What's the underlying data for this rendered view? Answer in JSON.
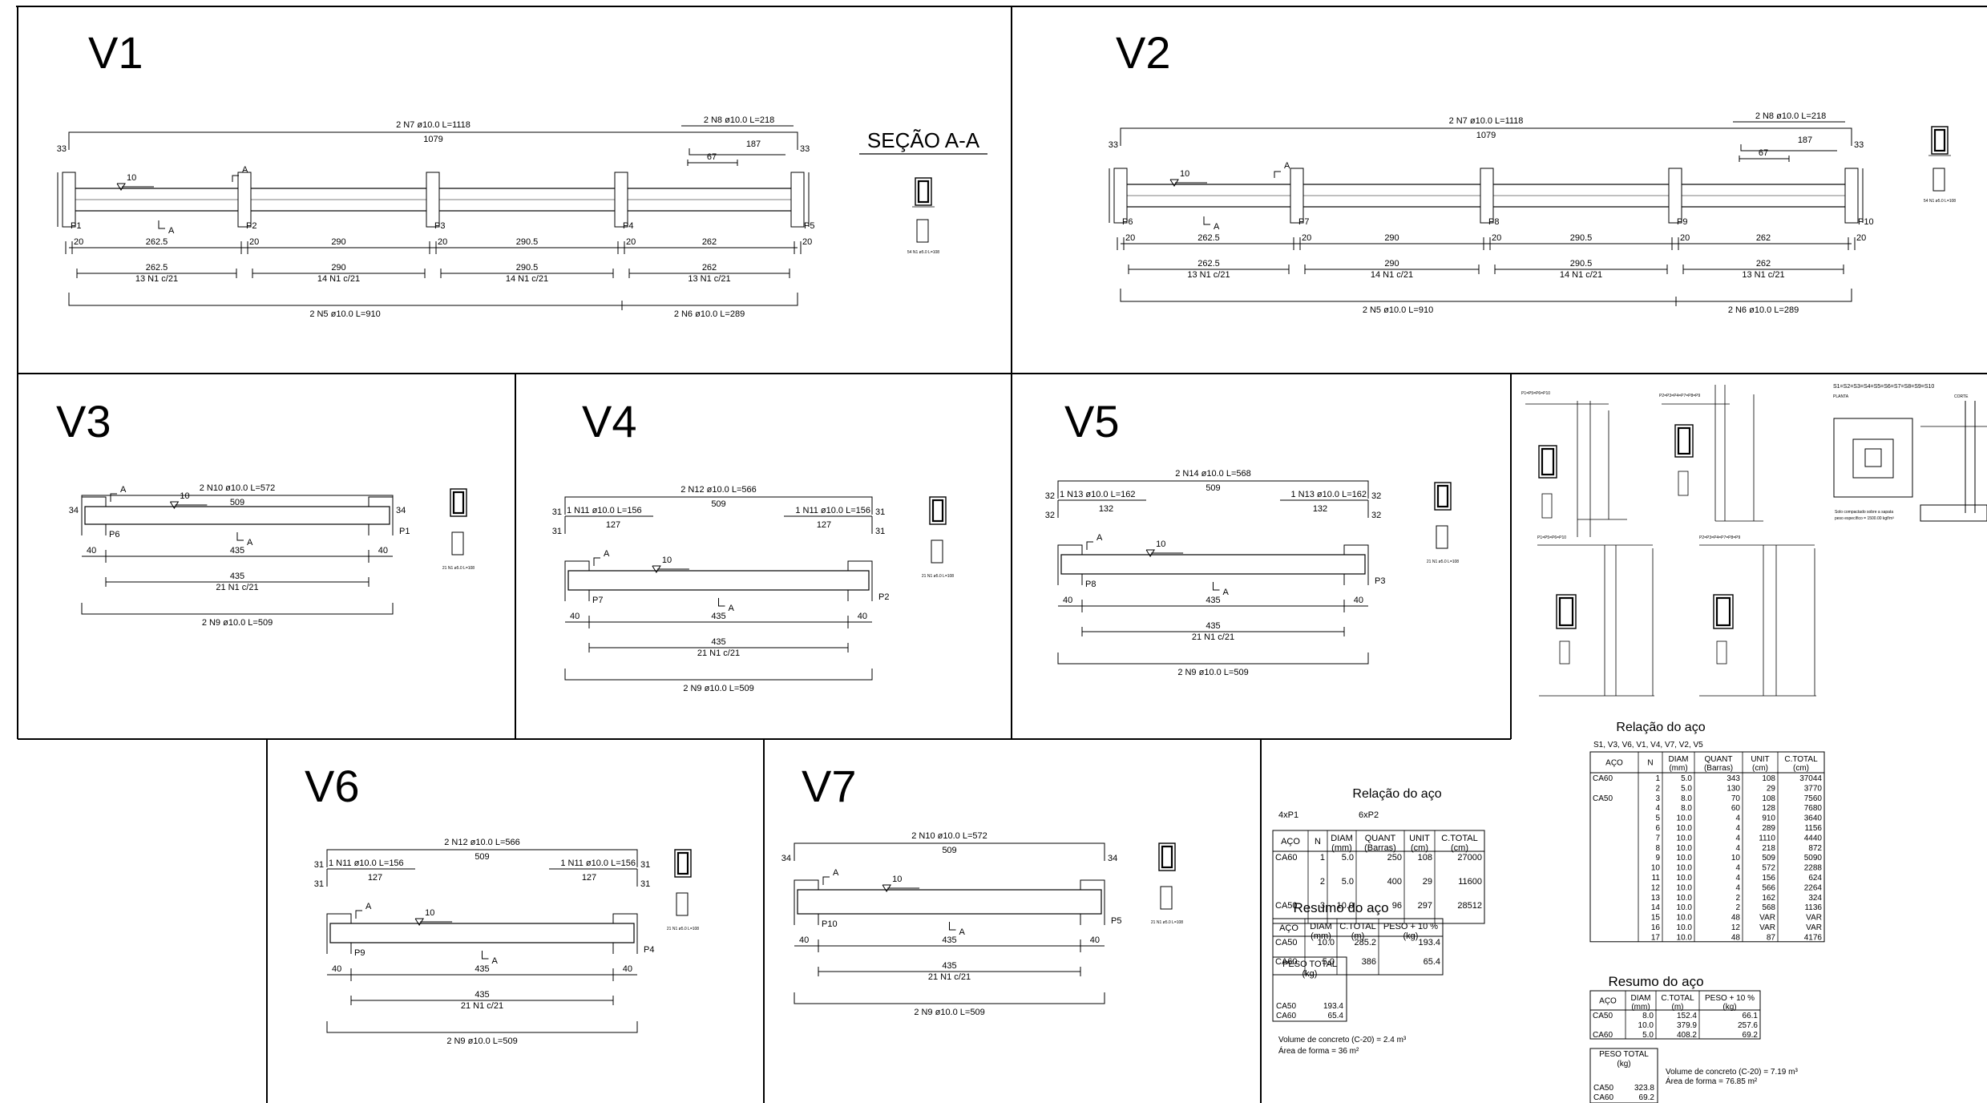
{
  "beams": [
    {
      "id": "v1",
      "title": "V1",
      "top_bar": "2 N7 ø10.0 L=1118",
      "top_inner": "1079",
      "extra_bar": "2 N8 ø10.0 L=218",
      "extra_len": "187",
      "extra_off": "67",
      "hook_left": "33",
      "hook_right": "33",
      "supports": [
        "P1",
        "P2",
        "P3",
        "P4",
        "P5"
      ],
      "spans": [
        "262.5",
        "290",
        "290.5",
        "262"
      ],
      "stirrups": [
        "13 N1 c/21",
        "14 N1 c/21",
        "14 N1 c/21",
        "13 N1 c/21"
      ],
      "col_width": "20",
      "bottom_bars": [
        "2 N5 ø10.0 L=910",
        "2 N6 ø10.0 L=289"
      ],
      "cut_label": "10",
      "section_label": "SEÇÃO A-A",
      "section_note": "54 N1 ø5.0 L=108"
    },
    {
      "id": "v2",
      "title": "V2",
      "top_bar": "2 N7 ø10.0 L=1118",
      "top_inner": "1079",
      "extra_bar": "2 N8 ø10.0 L=218",
      "extra_len": "187",
      "extra_off": "67",
      "hook_left": "33",
      "hook_right": "33",
      "supports": [
        "P6",
        "P7",
        "P8",
        "P9",
        "P10"
      ],
      "spans": [
        "262.5",
        "290",
        "290.5",
        "262"
      ],
      "stirrups": [
        "13 N1 c/21",
        "14 N1 c/21",
        "14 N1 c/21",
        "13 N1 c/21"
      ],
      "col_width": "20",
      "bottom_bars": [
        "2 N5 ø10.0 L=910",
        "2 N6 ø10.0 L=289"
      ],
      "cut_label": "10",
      "section_note": "54 N1 ø5.0 L=108"
    },
    {
      "id": "v3",
      "title": "V3",
      "top_bar": "2 N10 ø10.0 L=572",
      "top_inner": "509",
      "hook_left": "34",
      "hook_right": "34",
      "supports": [
        "P6",
        "P1"
      ],
      "span": "435",
      "stirrup": "21 N1 c/21",
      "col_width": "40",
      "bottom_bar": "2 N9 ø10.0 L=509",
      "cut_label": "10",
      "section_note": "21 N1 ø5.0 L=108"
    },
    {
      "id": "v4",
      "title": "V4",
      "top_bar": "2 N12 ø10.0 L=566",
      "top_inner": "509",
      "left_bar": "1 N11 ø10.0 L=156",
      "right_bar": "1 N11 ø10.0 L=156",
      "side_len": "127",
      "hook_left": "31",
      "hook_right": "31",
      "supports": [
        "P7",
        "P2"
      ],
      "span": "435",
      "stirrup": "21 N1 c/21",
      "col_width": "40",
      "bottom_bar": "2 N9 ø10.0 L=509",
      "cut_label": "10",
      "section_note": "21 N1 ø5.0 L=108"
    },
    {
      "id": "v5",
      "title": "V5",
      "top_bar": "2 N14 ø10.0 L=568",
      "top_inner": "509",
      "left_bar": "1 N13 ø10.0 L=162",
      "right_bar": "1 N13 ø10.0 L=162",
      "side_len": "132",
      "hook_left": "32",
      "hook_right": "32",
      "supports": [
        "P8",
        "P3"
      ],
      "span": "435",
      "stirrup": "21 N1 c/21",
      "col_width": "40",
      "bottom_bar": "2 N9 ø10.0 L=509",
      "cut_label": "10",
      "section_note": "21 N1 ø5.0 L=108"
    },
    {
      "id": "v6",
      "title": "V6",
      "top_bar": "2 N12 ø10.0 L=566",
      "top_inner": "509",
      "left_bar": "1 N11 ø10.0 L=156",
      "right_bar": "1 N11 ø10.0 L=156",
      "side_len": "127",
      "hook_left": "31",
      "hook_right": "31",
      "supports": [
        "P9",
        "P4"
      ],
      "span": "435",
      "stirrup": "21 N1 c/21",
      "col_width": "40",
      "bottom_bar": "2 N9 ø10.0 L=509",
      "cut_label": "10",
      "section_note": "21 N1 ø5.0 L=108"
    },
    {
      "id": "v7",
      "title": "V7",
      "top_bar": "2 N10 ø10.0 L=572",
      "top_inner": "509",
      "hook_left": "34",
      "hook_right": "34",
      "supports": [
        "P10",
        "P5"
      ],
      "span": "435",
      "stirrup": "21 N1 c/21",
      "col_width": "40",
      "bottom_bar": "2 N9 ø10.0 L=509",
      "cut_label": "10",
      "section_note": "21 N1 ø5.0 L=108"
    }
  ],
  "cut_marker": "A",
  "foundation": {
    "label_a": "P1=P5=P6=P10",
    "label_b": "P2=P3=P4=P7=P8=P9",
    "label_c": "S1=S2=S3=S4=S5=S6=S7=S8=S9=S10",
    "planta": "PLANTA",
    "corte": "CORTE",
    "label_a2": "P1=P5=P6=P10",
    "label_b2": "P2=P3=P4=P7=P8=P9",
    "soil_note_1": "Solo compactado sobre a sapata",
    "soil_note_2": "peso específico = 1500.00 kgf/m³"
  },
  "table_a": {
    "title": "Relação do aço",
    "groups": [
      "4xP1",
      "6xP2"
    ],
    "headers": [
      [
        "AÇO"
      ],
      [
        "N"
      ],
      [
        "DIAM",
        "(mm)"
      ],
      [
        "QUANT",
        "(Barras)"
      ],
      [
        "UNIT",
        "(cm)"
      ],
      [
        "C.TOTAL",
        "(cm)"
      ]
    ],
    "rows": [
      [
        "CA60",
        "1",
        "5.0",
        "250",
        "108",
        "27000"
      ],
      [
        "",
        "2",
        "5.0",
        "400",
        "29",
        "11600"
      ],
      [
        "CA50",
        "3",
        "10.0",
        "96",
        "297",
        "28512"
      ]
    ]
  },
  "summary_a": {
    "title": "Resumo do aço",
    "headers": [
      [
        "AÇO"
      ],
      [
        "DIAM",
        "(mm)"
      ],
      [
        "C.TOTAL",
        "(m)"
      ],
      [
        "PESO + 10 %",
        "(kg)"
      ]
    ],
    "rows": [
      [
        "CA50",
        "10.0",
        "285.2",
        "193.4"
      ],
      [
        "CA60",
        "5.0",
        "386",
        "65.4"
      ]
    ],
    "peso_header": [
      "PESO TOTAL",
      "(kg)"
    ],
    "peso_rows": [
      [
        "CA50",
        "193.4"
      ],
      [
        "CA60",
        "65.4"
      ]
    ],
    "concrete": "Volume de concreto (C-20) = 2.4 m³",
    "forma": "Área de forma = 36 m²"
  },
  "table_b": {
    "title": "Relação do aço",
    "subtitle": "S1, V3, V6, V1, V4, V7, V2, V5",
    "headers": [
      [
        "AÇO"
      ],
      [
        "N"
      ],
      [
        "DIAM",
        "(mm)"
      ],
      [
        "QUANT",
        "(Barras)"
      ],
      [
        "UNIT",
        "(cm)"
      ],
      [
        "C.TOTAL",
        "(cm)"
      ]
    ],
    "rows": [
      [
        "CA60",
        "1",
        "5.0",
        "343",
        "108",
        "37044"
      ],
      [
        "",
        "2",
        "5.0",
        "130",
        "29",
        "3770"
      ],
      [
        "CA50",
        "3",
        "8.0",
        "70",
        "108",
        "7560"
      ],
      [
        "",
        "4",
        "8.0",
        "60",
        "128",
        "7680"
      ],
      [
        "",
        "5",
        "10.0",
        "4",
        "910",
        "3640"
      ],
      [
        "",
        "6",
        "10.0",
        "4",
        "289",
        "1156"
      ],
      [
        "",
        "7",
        "10.0",
        "4",
        "1110",
        "4440"
      ],
      [
        "",
        "8",
        "10.0",
        "4",
        "218",
        "872"
      ],
      [
        "",
        "9",
        "10.0",
        "10",
        "509",
        "5090"
      ],
      [
        "",
        "10",
        "10.0",
        "4",
        "572",
        "2288"
      ],
      [
        "",
        "11",
        "10.0",
        "4",
        "156",
        "624"
      ],
      [
        "",
        "12",
        "10.0",
        "4",
        "566",
        "2264"
      ],
      [
        "",
        "13",
        "10.0",
        "2",
        "162",
        "324"
      ],
      [
        "",
        "14",
        "10.0",
        "2",
        "568",
        "1136"
      ],
      [
        "",
        "15",
        "10.0",
        "48",
        "VAR",
        "VAR"
      ],
      [
        "",
        "16",
        "10.0",
        "12",
        "VAR",
        "VAR"
      ],
      [
        "",
        "17",
        "10.0",
        "48",
        "87",
        "4176"
      ]
    ]
  },
  "summary_b": {
    "title": "Resumo do aço",
    "headers": [
      [
        "AÇO"
      ],
      [
        "DIAM",
        "(mm)"
      ],
      [
        "C.TOTAL",
        "(m)"
      ],
      [
        "PESO + 10 %",
        "(kg)"
      ]
    ],
    "rows": [
      [
        "CA50",
        "8.0",
        "152.4",
        "66.1"
      ],
      [
        "",
        "10.0",
        "379.9",
        "257.6"
      ],
      [
        "CA60",
        "5.0",
        "408.2",
        "69.2"
      ]
    ],
    "peso_header": [
      "PESO TOTAL",
      "(kg)"
    ],
    "peso_rows": [
      [
        "CA50",
        "323.8"
      ],
      [
        "CA60",
        "69.2"
      ]
    ],
    "concrete": "Volume de concreto (C-20) = 7.19 m³",
    "forma": "Área de forma = 76.85 m²"
  }
}
